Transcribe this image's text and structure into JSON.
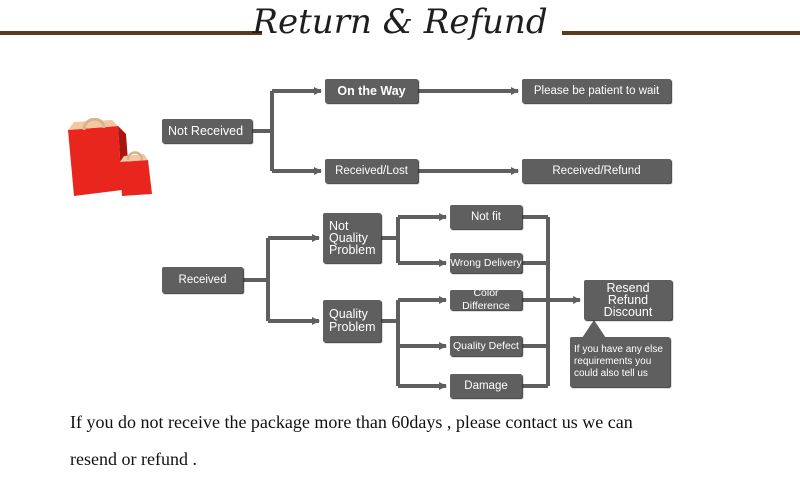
{
  "title": "Return & Refund",
  "colors": {
    "box": "#5f5f5f",
    "line": "#5a3b1f",
    "bag": "#e8261d"
  },
  "nodes": {
    "not_received": "Not Received",
    "on_the_way": "On the Way",
    "patient": "Please be patient to wait",
    "received_lost": "Received/Lost",
    "received_refund": "Received/Refund",
    "received": "Received",
    "not_quality_problem": [
      "Not",
      "Quality",
      "Problem"
    ],
    "quality_problem": [
      "Quality",
      "Problem"
    ],
    "not_fit": "Not fit",
    "wrong_delivery": "Wrong Delivery",
    "color_difference": "Color Difference",
    "quality_defect": "Quality Defect",
    "damage": "Damage",
    "resend_refund_discount": [
      "Resend",
      "Refund",
      "Discount"
    ],
    "requirements_note": [
      "If you have any else",
      "requirements you",
      "could also tell us"
    ]
  },
  "footer": {
    "line1": "If you do not receive the package more than 60days , please contact us we can",
    "line2": "resend or refund ."
  },
  "icons": {
    "bag": "shopping-bag-icon"
  }
}
